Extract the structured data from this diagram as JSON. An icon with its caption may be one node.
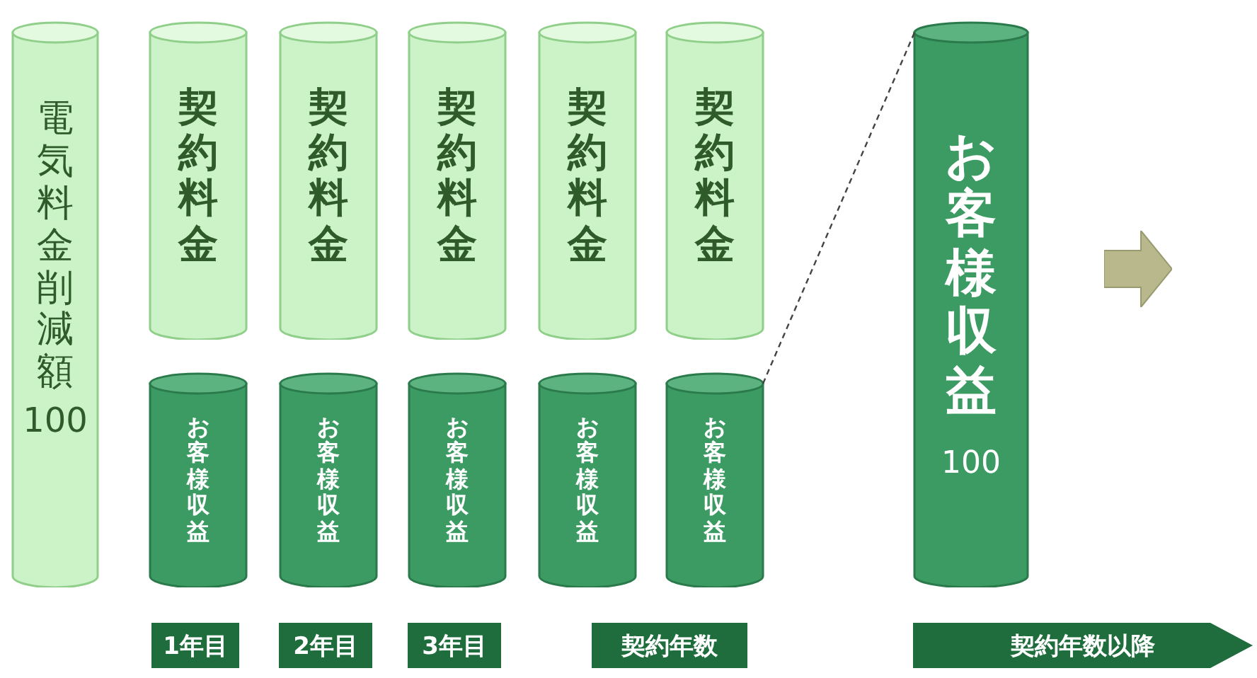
{
  "diagram": {
    "nodes": [
      {
        "text": [
          "電気料金削減額",
          "100"
        ]
      },
      {
        "text": [
          "契約料金"
        ]
      },
      {
        "text": [
          "契約料金"
        ]
      },
      {
        "text": [
          "契約料金"
        ]
      },
      {
        "text": [
          "契約料金"
        ]
      },
      {
        "text": [
          "契約料金"
        ]
      },
      {
        "text": [
          "お客様収益"
        ]
      },
      {
        "text": [
          "お客様収益"
        ]
      },
      {
        "text": [
          "お客様収益"
        ]
      },
      {
        "text": [
          "お客様収益"
        ]
      },
      {
        "text": [
          "お客様収益"
        ]
      },
      {
        "text": [
          "お客様収益",
          "100"
        ]
      },
      {
        "text": [],
        "shape": "arrow"
      },
      {
        "text": [
          "1年目"
        ]
      },
      {
        "text": [
          "2年目"
        ]
      },
      {
        "text": [
          "3年目"
        ]
      },
      {
        "text": [
          "契約年数"
        ]
      },
      {
        "text": [
          "契約年数以降"
        ]
      }
    ],
    "edges": [
      {
        "from": 10,
        "to": 11,
        "arrow": "none",
        "style": "dashed"
      }
    ]
  }
}
